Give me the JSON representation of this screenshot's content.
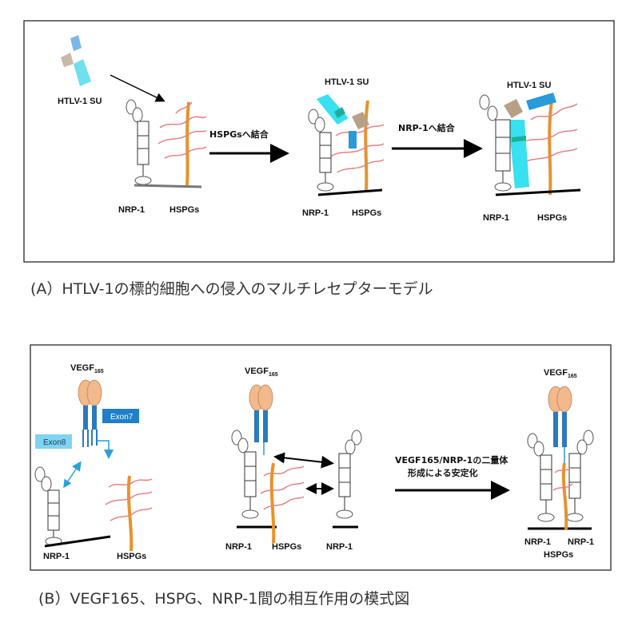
{
  "panel_a": {
    "caption": "(A）HTLV-1の標的細胞への侵入のマルチレセプターモデル",
    "ligand_label": "HTLV-1 SU",
    "step1_label": "HSPGsへ結合",
    "step2_label": "NRP-1へ結合",
    "nrp1_label": "NRP-1",
    "hspgs_label": "HSPGs"
  },
  "panel_b": {
    "caption": "(B）VEGF165、HSPG、NRP-1間の相互作用の模式図",
    "vegf_label": "VEGF",
    "vegf_sub": "165",
    "exon7_label": "Exon7",
    "exon8_label": "Exon8",
    "step_label_line1": "VEGF165/NRP-1の二量体",
    "step_label_line2": "形成による安定化",
    "nrp1_label": "NRP-1",
    "hspgs_label": "HSPGs"
  },
  "colors": {
    "nrp1_fill": "#ffffff",
    "hspg_orange": "#e8922a",
    "heparan_pink": "#e88080",
    "su_cyan": "#38e0f0",
    "su_blue": "#2a9ad8",
    "su_tan": "#b8a088",
    "vegf_peach": "#f2b98a",
    "vegf_blue": "#2a7ac0",
    "exon7_box": "#1f7fc8",
    "exon8_box": "#7fd4f2"
  }
}
